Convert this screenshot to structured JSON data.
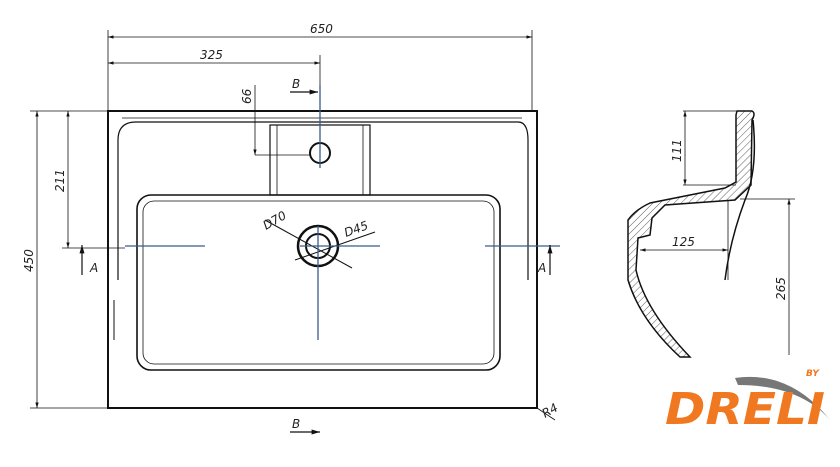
{
  "drawing": {
    "dimensions": {
      "width_total": "650",
      "tap_offset": "325",
      "tap_depth": "66",
      "height_total": "450",
      "section_offset": "211",
      "drain_outer": "D70",
      "drain_inner": "D45",
      "corner_radius": "R4",
      "profile_height": "111",
      "profile_depth": "125",
      "profile_drop": "265"
    },
    "section_marks": {
      "a": "A",
      "b": "B"
    },
    "colors": {
      "line": "#111111",
      "centerline": "#3a5a8c",
      "logo": "#f07820",
      "logo_swoosh": "#777777"
    }
  },
  "logo": {
    "text": "DRELI",
    "by": "BY"
  }
}
